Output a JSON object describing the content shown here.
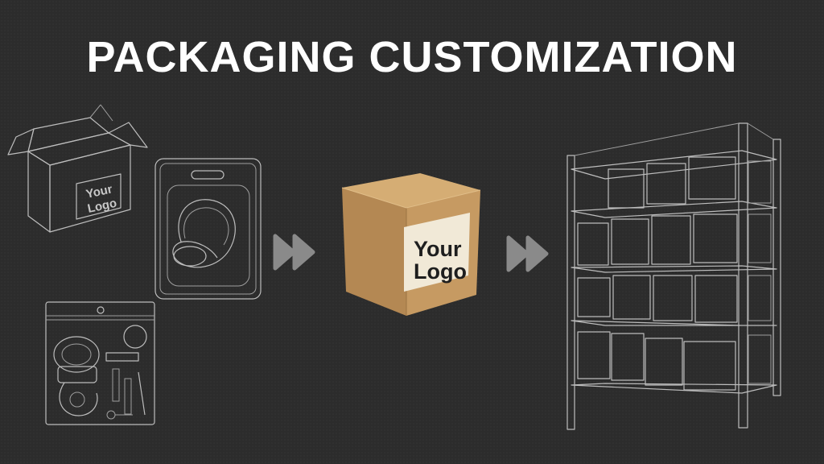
{
  "title": "PACKAGING CUSTOMIZATION",
  "sketch_box": {
    "logo_line1": "Your",
    "logo_line2": "Logo"
  },
  "kraft_box": {
    "logo_line1": "Your",
    "logo_line2": "Logo"
  },
  "icons": [
    "open-box-icon",
    "blister-pack-icon",
    "poly-bag-icon",
    "fast-forward-icon",
    "kraft-box-icon",
    "warehouse-shelf-icon"
  ],
  "colors": {
    "background": "#2c2c2c",
    "title": "#ffffff",
    "arrow": "#8a8a8a",
    "kraft": "#c49a62",
    "sketch": "#bdbdbd"
  }
}
